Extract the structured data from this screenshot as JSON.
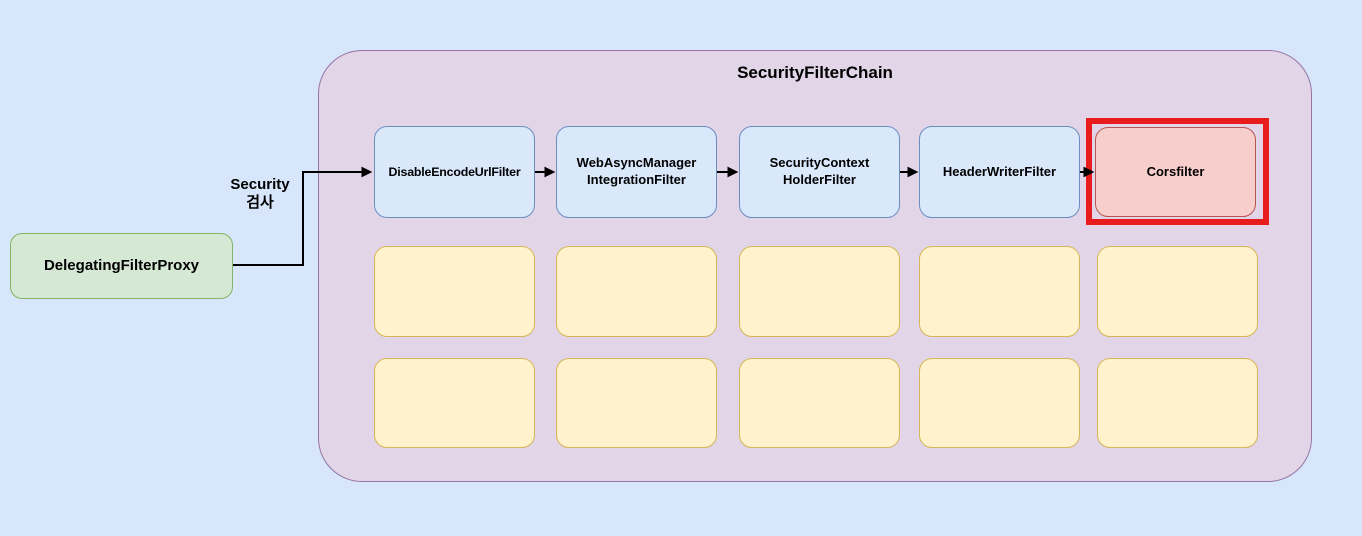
{
  "diagram_title": "SecurityFilterChain",
  "proxy_label": "DelegatingFilterProxy",
  "arrow_label_lines": [
    "Security",
    "검사"
  ],
  "filters": [
    {
      "lines": [
        "DisableEncodeUrlFilter"
      ],
      "highlighted": false
    },
    {
      "lines": [
        "WebAsyncManager",
        "IntegrationFilter"
      ],
      "highlighted": false
    },
    {
      "lines": [
        "SecurityContext",
        "HolderFilter"
      ],
      "highlighted": false
    },
    {
      "lines": [
        "HeaderWriterFilter"
      ],
      "highlighted": false
    },
    {
      "lines": [
        "Corsfilter"
      ],
      "highlighted": true
    }
  ],
  "placeholder_grid": {
    "rows": 2,
    "cols": 5
  },
  "colors": {
    "background": "#d7e6fa",
    "container_fill": "#e1d5e7",
    "container_border": "#9673a6",
    "filter_fill": "#dae8fc",
    "filter_border": "#6c8ebf",
    "highlight_fill": "#f8cecc",
    "highlight_border": "#b85450",
    "highlight_outline": "#e81c1c",
    "placeholder_fill": "#fff2cc",
    "placeholder_border": "#d6b656",
    "proxy_fill": "#d5e8d4",
    "proxy_border": "#82b366",
    "arrow": "#000000"
  }
}
